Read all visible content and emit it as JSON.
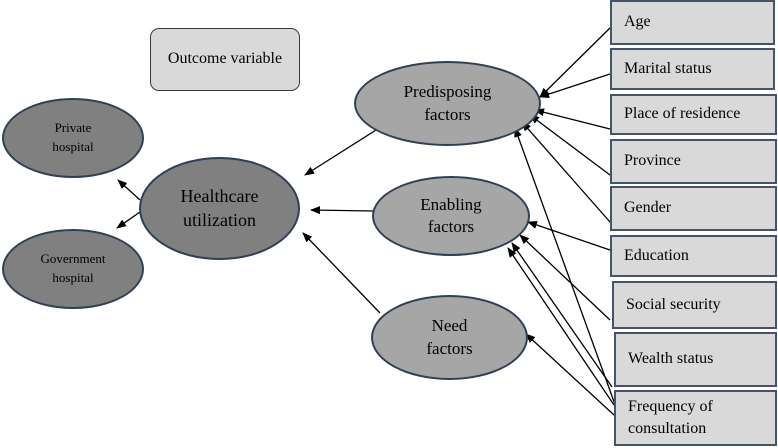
{
  "legend": {
    "outcome_label": "Outcome variable"
  },
  "nodes": {
    "private_hospital": "Private hospital",
    "government_hospital": "Government hospital",
    "healthcare_utilization": "Healthcare utilization",
    "predisposing": "Predisposing factors",
    "enabling": "Enabling factors",
    "need": "Need factors"
  },
  "factors": [
    "Age",
    "Marital status",
    "Place of residence",
    "Province",
    "Gender",
    "Education",
    "Social security",
    "Wealth status",
    "Frequency of consultation"
  ],
  "colors": {
    "box_fill": "#d9d9d9",
    "box_border": "#44546a",
    "light_ellipse": "#a6a6a6",
    "dark_ellipse": "#808080",
    "arrow": "#000000"
  }
}
